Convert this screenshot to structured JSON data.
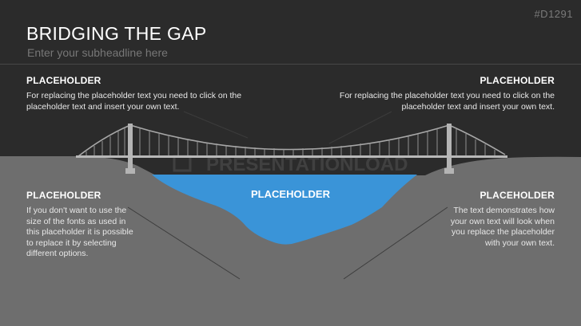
{
  "slide_code": "#D1291",
  "title": "BRIDGING THE GAP",
  "subtitle": "Enter your subheadline here",
  "watermark": "PRESENTATIONLOAD",
  "top_left": {
    "heading": "PLACEHOLDER",
    "body": "For replacing the placeholder text you need to click on the placeholder text  and insert your own text."
  },
  "top_right": {
    "heading": "PLACEHOLDER",
    "body": "For replacing the placeholder text you need to click on the placeholder text  and insert your own text."
  },
  "bottom_left": {
    "heading": "PLACEHOLDER",
    "body": "If you don't want to use the size of the fonts as used in this placeholder it is possible to replace it by selecting different options."
  },
  "bottom_right": {
    "heading": "PLACEHOLDER",
    "body": "The text demonstrates how your own text will look when you replace the placeholder with your own text."
  },
  "center_label": "PLACEHOLDER",
  "colors": {
    "background": "#2b2b2b",
    "ground": "#6e6e6e",
    "water": "#3a94d8",
    "bridge": "#b0b0b0"
  }
}
